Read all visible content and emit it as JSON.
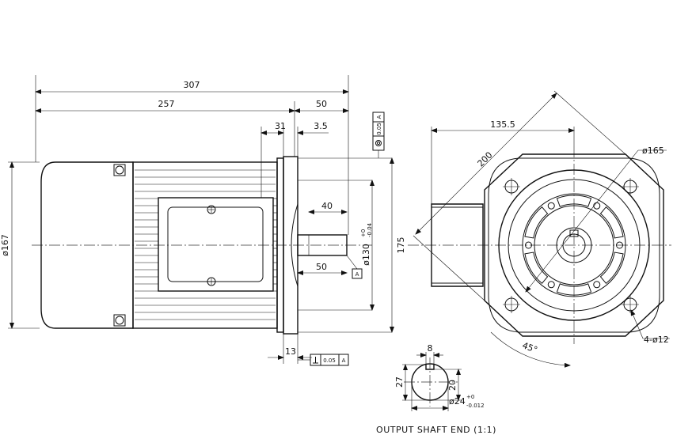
{
  "dimensions": {
    "overall_length": "307",
    "motor_length": "257",
    "shaft_assembly": "50",
    "offset_31": "31",
    "offset_3_5": "3.5",
    "shaft_key_length": "40",
    "shaft_length": "50",
    "body_diameter": "ø167",
    "pilot_diameter": "ø130",
    "pilot_tol_upper": "+0",
    "pilot_tol_lower": "-0.04",
    "flange_height": "175",
    "flange_thickness": "13",
    "front_depth": "135.5",
    "diagonal": "200",
    "pcd": "ø165",
    "holes": "4-ø12",
    "angle": "45°",
    "key_width": "8",
    "shaft_height": "27",
    "key_depth": "20",
    "shaft_diameter": "ø24",
    "shaft_tol_upper": "+0",
    "shaft_tol_lower": "-0.012"
  },
  "tolerances": {
    "concentricity_value": "0.05",
    "concentricity_datum": "A",
    "perpendicularity_value": "0.05",
    "perpendicularity_datum": "A",
    "datum_label": "A"
  },
  "caption": "OUTPUT SHAFT END (1:1)"
}
